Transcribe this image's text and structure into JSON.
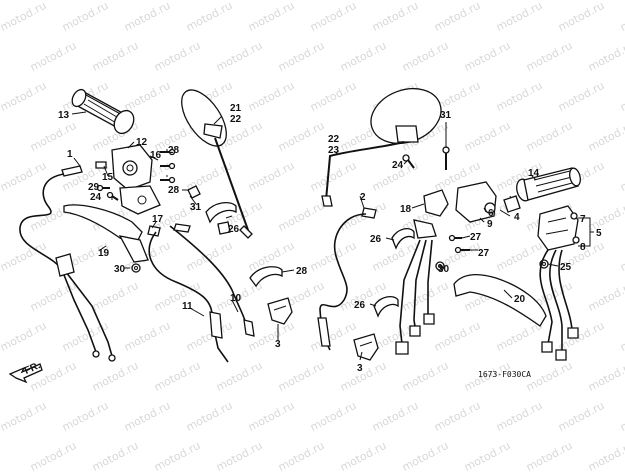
{
  "watermark": "motod.ru",
  "diagram_code": "1673-F030CA",
  "direction_label": "FR.",
  "parts": [
    {
      "id": "p1",
      "label": "1"
    },
    {
      "id": "p2",
      "label": "2"
    },
    {
      "id": "p3a",
      "label": "3"
    },
    {
      "id": "p3b",
      "label": "3"
    },
    {
      "id": "p4",
      "label": "4"
    },
    {
      "id": "p5",
      "label": "5"
    },
    {
      "id": "p6",
      "label": "6"
    },
    {
      "id": "p7",
      "label": "7"
    },
    {
      "id": "p8",
      "label": "8"
    },
    {
      "id": "p9",
      "label": "9"
    },
    {
      "id": "p10",
      "label": "10"
    },
    {
      "id": "p11",
      "label": "11"
    },
    {
      "id": "p12",
      "label": "12"
    },
    {
      "id": "p13",
      "label": "13"
    },
    {
      "id": "p14",
      "label": "14"
    },
    {
      "id": "p15",
      "label": "15"
    },
    {
      "id": "p16",
      "label": "16"
    },
    {
      "id": "p17",
      "label": "17"
    },
    {
      "id": "p18",
      "label": "18"
    },
    {
      "id": "p19",
      "label": "19"
    },
    {
      "id": "p20",
      "label": "20"
    },
    {
      "id": "p21",
      "label": "21"
    },
    {
      "id": "p22a",
      "label": "22"
    },
    {
      "id": "p22b",
      "label": "22"
    },
    {
      "id": "p23",
      "label": "23"
    },
    {
      "id": "p24a",
      "label": "24"
    },
    {
      "id": "p24b",
      "label": "24"
    },
    {
      "id": "p25",
      "label": "25"
    },
    {
      "id": "p26a",
      "label": "26"
    },
    {
      "id": "p26b",
      "label": "26"
    },
    {
      "id": "p26c",
      "label": "26"
    },
    {
      "id": "p27a",
      "label": "27"
    },
    {
      "id": "p27b",
      "label": "27"
    },
    {
      "id": "p28a",
      "label": "28"
    },
    {
      "id": "p28b",
      "label": "28"
    },
    {
      "id": "p28c",
      "label": "28"
    },
    {
      "id": "p29",
      "label": "29"
    },
    {
      "id": "p30a",
      "label": "30"
    },
    {
      "id": "p30b",
      "label": "30"
    },
    {
      "id": "p31a",
      "label": "31"
    },
    {
      "id": "p31b",
      "label": "31"
    }
  ]
}
